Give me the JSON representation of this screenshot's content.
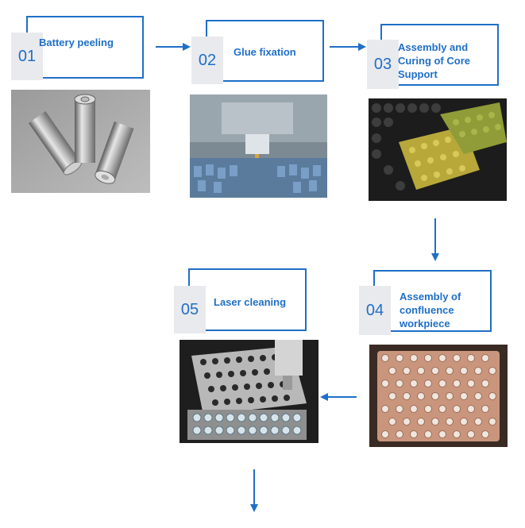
{
  "colors": {
    "accent": "#1f6fc7",
    "number_bg": "#e9eaee"
  },
  "steps": [
    {
      "number": "01",
      "label": "Battery peeling",
      "image": "cylindrical-cells-photo"
    },
    {
      "number": "02",
      "label": "Glue fixation",
      "image": "glue-dispensing-photo"
    },
    {
      "number": "03",
      "label": "Assembly and Curing of Core Support",
      "image": "core-support-tray-photo"
    },
    {
      "number": "04",
      "label": "Assembly of confluence workpiece",
      "image": "busbar-plate-photo"
    },
    {
      "number": "05",
      "label": "Laser cleaning",
      "image": "laser-cleaning-photo"
    }
  ]
}
